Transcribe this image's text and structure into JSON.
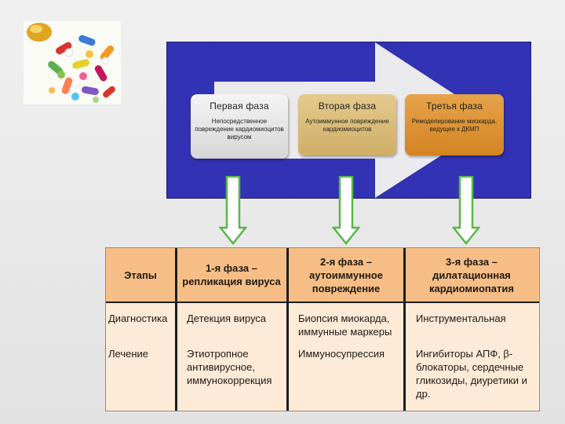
{
  "diagram": {
    "phases": [
      {
        "title": "Первая фаза",
        "text": "Непосредственное повреждение кардиомиоцитов вирусом"
      },
      {
        "title": "Вторая фаза",
        "text": "Аутоиммунное повреждение кардиомиоцитов"
      },
      {
        "title": "Третья фаза",
        "text": "Ремоделирование миокарда, ведущее к ДКМП"
      }
    ]
  },
  "table": {
    "headers": [
      "Этапы",
      "1-я фаза – репликация вируса",
      "2-я фаза – аутоиммунное повреждение",
      "3-я фаза – дилатационная кардиомиопатия"
    ],
    "rows": [
      {
        "label": "Диагностика",
        "cells": [
          "Детекция вируса",
          "Биопсия миокарда, иммунные маркеры",
          "Инструментальная"
        ]
      },
      {
        "label": "Лечение",
        "cells": [
          "Этиотропное антивирусное, иммунокоррекция",
          "Иммуносупрессия",
          "Ингибиторы АПФ, β-блокаторы, сердечные гликозиды, диуретики и др."
        ]
      }
    ]
  },
  "colors": {
    "diagram_bg": "#3232b4",
    "arrow": "#eaeaec",
    "phase1": "#e6e6e6",
    "phase2": "#dcbf7e",
    "phase3": "#de9334",
    "down_arrow": "#59b648",
    "table_header": "#f6be86",
    "table_body": "#fdebd8"
  },
  "icons": [
    "pills-image",
    "down-arrow-icon"
  ]
}
